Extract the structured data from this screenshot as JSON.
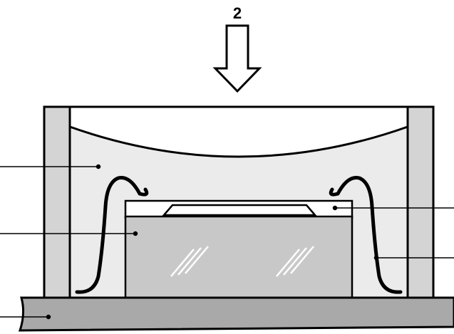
{
  "arrow": {
    "label": "2"
  },
  "colors": {
    "outline": "#000000",
    "housing_light": "#ebebeb",
    "housing_wall": "#d4d4d4",
    "glass_block": "#c8c8c8",
    "base_plate": "#a9a9a9",
    "background": "#ffffff"
  },
  "leader_lines": [
    "left-upper",
    "left-middle",
    "left-bottom",
    "right-upper",
    "right-lower"
  ]
}
